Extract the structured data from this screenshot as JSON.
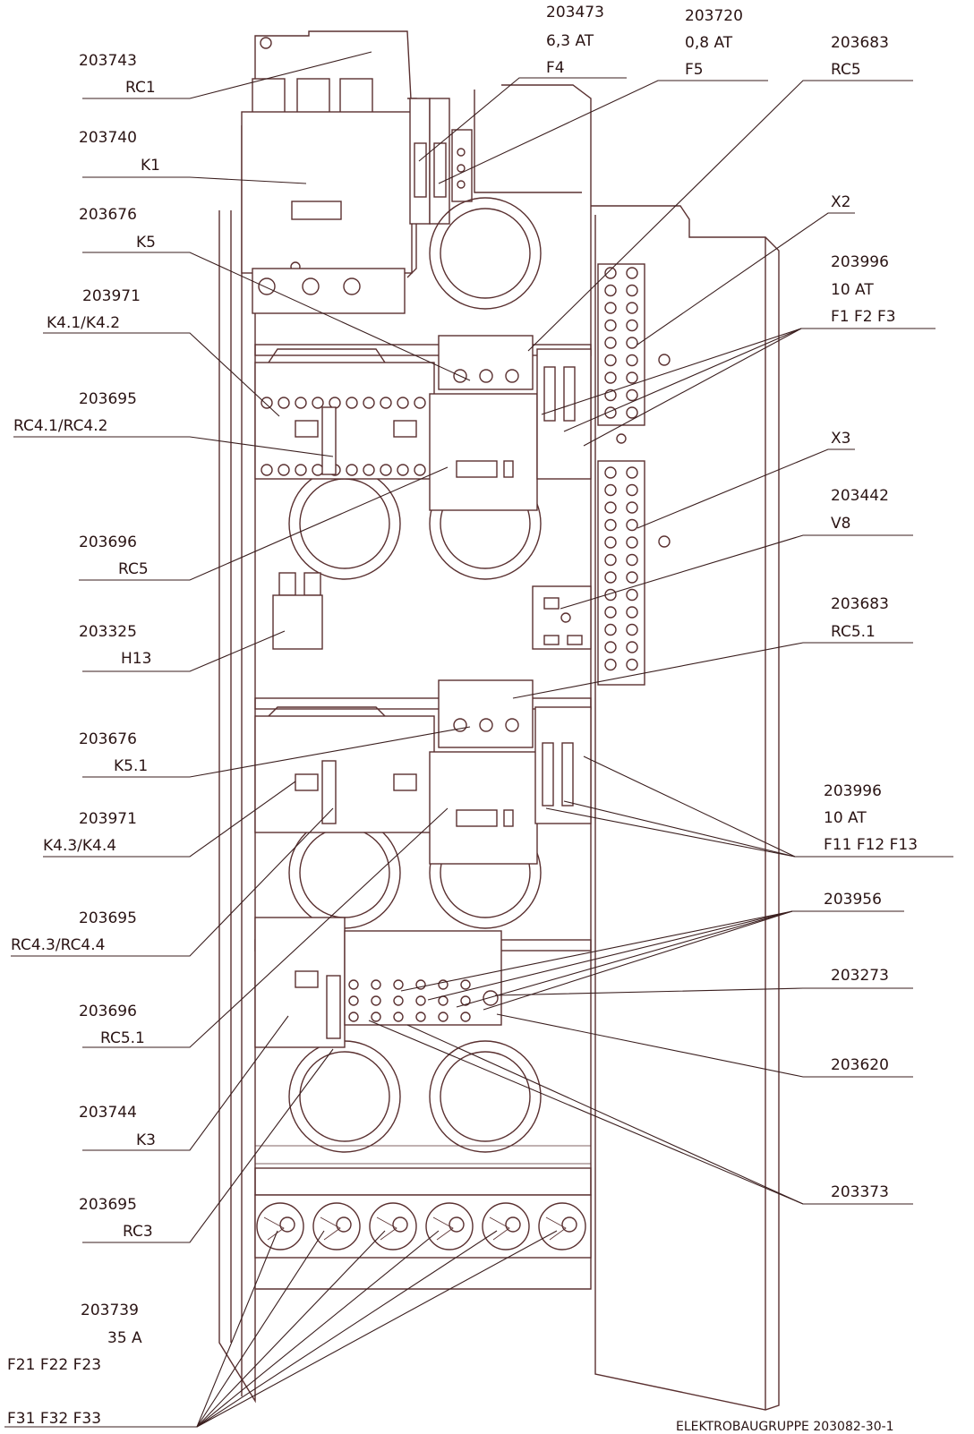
{
  "callouts": [
    {
      "id": "rc1",
      "part": "203743",
      "tag": "RC1"
    },
    {
      "id": "k1",
      "part": "203740",
      "tag": "K1"
    },
    {
      "id": "k5",
      "part": "203676",
      "tag": "K5"
    },
    {
      "id": "k41",
      "part": "203971",
      "tag": "K4.1/K4.2"
    },
    {
      "id": "rc41",
      "part": "203695",
      "tag": "RC4.1/RC4.2"
    },
    {
      "id": "rc5l",
      "part": "203696",
      "tag": "RC5"
    },
    {
      "id": "h13",
      "part": "203325",
      "tag": "H13"
    },
    {
      "id": "k51",
      "part": "203676",
      "tag": "K5.1"
    },
    {
      "id": "k43",
      "part": "203971",
      "tag": "K4.3/K4.4"
    },
    {
      "id": "rc43",
      "part": "203695",
      "tag": "RC4.3/RC4.4"
    },
    {
      "id": "rc51l",
      "part": "203696",
      "tag": "RC5.1"
    },
    {
      "id": "k3",
      "part": "203744",
      "tag": "K3"
    },
    {
      "id": "rc3",
      "part": "203695",
      "tag": "RC3"
    },
    {
      "id": "f4",
      "part": "203473",
      "rating": "6,3 AT",
      "tag": "F4"
    },
    {
      "id": "f5",
      "part": "203720",
      "rating": "0,8 AT",
      "tag": "F5"
    },
    {
      "id": "rc5r",
      "part": "203683",
      "tag": "RC5"
    },
    {
      "id": "x2",
      "tag": "X2"
    },
    {
      "id": "f1",
      "part": "203996",
      "rating": "10 AT",
      "tag": "F1 F2 F3"
    },
    {
      "id": "x3",
      "tag": "X3"
    },
    {
      "id": "v8",
      "part": "203442",
      "tag": "V8"
    },
    {
      "id": "rc51r",
      "part": "203683",
      "tag": "RC5.1"
    },
    {
      "id": "f11",
      "part": "203996",
      "rating": "10 AT",
      "tag": "F11 F12 F13"
    },
    {
      "id": "p203956",
      "part": "203956"
    },
    {
      "id": "p203273",
      "part": "203273"
    },
    {
      "id": "p203620",
      "part": "203620"
    },
    {
      "id": "p203373",
      "part": "203373"
    },
    {
      "id": "f21",
      "part": "203739",
      "rating": "35 A",
      "tag": "F21 F22 F23",
      "tag2": "F31 F32 F33"
    }
  ],
  "footer": "ELEKTROBAUGRUPPE 203082-30-1"
}
